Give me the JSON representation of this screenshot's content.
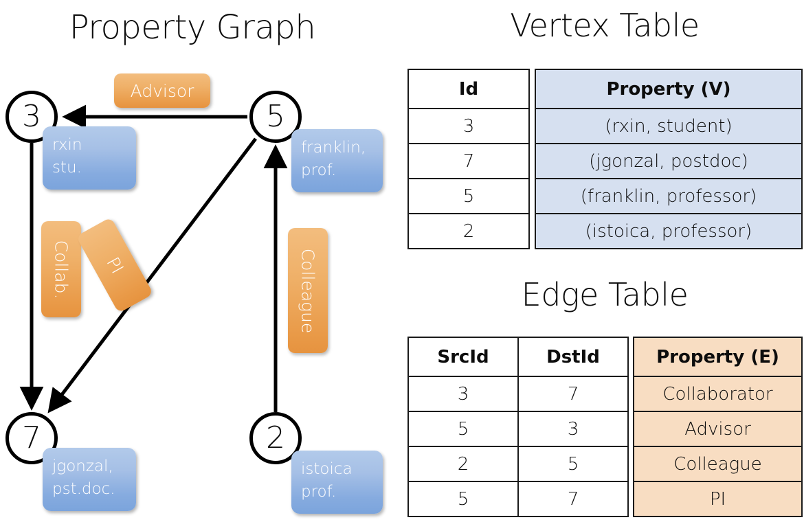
{
  "titles": {
    "property_graph": "Property Graph",
    "vertex_table": "Vertex Table",
    "edge_table": "Edge Table"
  },
  "graph": {
    "nodes": [
      {
        "id": "3",
        "property_label": "rxin\nstu."
      },
      {
        "id": "5",
        "property_label": "franklin,\nprof."
      },
      {
        "id": "7",
        "property_label": "jgonzal,\npst.doc."
      },
      {
        "id": "2",
        "property_label": "istoica\nprof."
      }
    ],
    "edge_labels": [
      {
        "name": "advisor",
        "text": "Advisor",
        "orientation": "horizontal"
      },
      {
        "name": "collab",
        "text": "Collab.",
        "orientation": "vertical"
      },
      {
        "name": "pi",
        "text": "PI",
        "orientation": "rotated"
      },
      {
        "name": "colleague",
        "text": "Colleague",
        "orientation": "vertical"
      }
    ],
    "edges": [
      {
        "from": "5",
        "to": "3",
        "label": "Advisor"
      },
      {
        "from": "3",
        "to": "7",
        "label": "Collab."
      },
      {
        "from": "5",
        "to": "7",
        "label": "PI"
      },
      {
        "from": "2",
        "to": "5",
        "label": "Colleague"
      }
    ]
  },
  "vertex_table": {
    "columns": [
      "Id",
      "Property (V)"
    ],
    "rows": [
      {
        "id": "3",
        "property": "(rxin, student)"
      },
      {
        "id": "7",
        "property": "(jgonzal, postdoc)"
      },
      {
        "id": "5",
        "property": "(franklin, professor)"
      },
      {
        "id": "2",
        "property": "(istoica, professor)"
      }
    ]
  },
  "edge_table": {
    "columns": [
      "SrcId",
      "DstId",
      "Property (E)"
    ],
    "rows": [
      {
        "src": "3",
        "dst": "7",
        "property": "Collaborator"
      },
      {
        "src": "5",
        "dst": "3",
        "property": "Advisor"
      },
      {
        "src": "2",
        "dst": "5",
        "property": "Colleague"
      },
      {
        "src": "5",
        "dst": "7",
        "property": "PI"
      }
    ]
  },
  "colors": {
    "vertex_property_fill": "#d6e0f0",
    "edge_property_fill": "#f8ddc2",
    "node_property_box": "#8fb3e2",
    "edge_label_box": "#eda852",
    "stroke": "#000000",
    "background": "#ffffff"
  }
}
